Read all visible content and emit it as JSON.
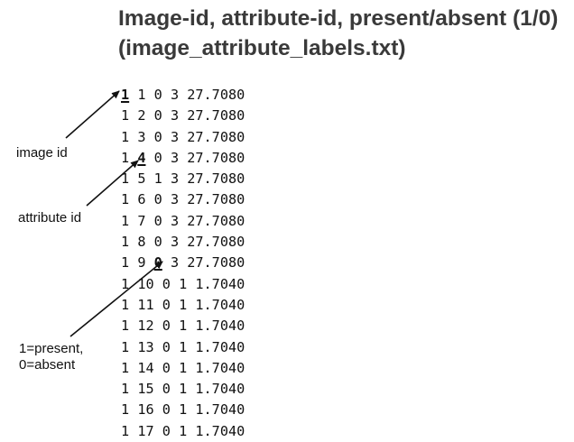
{
  "title": {
    "line1": "Image-id, attribute-id, present/absent (1/0)",
    "line2": "(image_attribute_labels.txt)"
  },
  "rows": [
    {
      "image_id": "1",
      "attribute_id": "1",
      "is_present": "0",
      "certainty": "3",
      "time": "27.7080",
      "highlight": "image_id"
    },
    {
      "image_id": "1",
      "attribute_id": "2",
      "is_present": "0",
      "certainty": "3",
      "time": "27.7080"
    },
    {
      "image_id": "1",
      "attribute_id": "3",
      "is_present": "0",
      "certainty": "3",
      "time": "27.7080"
    },
    {
      "image_id": "1",
      "attribute_id": "4",
      "is_present": "0",
      "certainty": "3",
      "time": "27.7080",
      "highlight": "attribute_id"
    },
    {
      "image_id": "1",
      "attribute_id": "5",
      "is_present": "1",
      "certainty": "3",
      "time": "27.7080"
    },
    {
      "image_id": "1",
      "attribute_id": "6",
      "is_present": "0",
      "certainty": "3",
      "time": "27.7080"
    },
    {
      "image_id": "1",
      "attribute_id": "7",
      "is_present": "0",
      "certainty": "3",
      "time": "27.7080"
    },
    {
      "image_id": "1",
      "attribute_id": "8",
      "is_present": "0",
      "certainty": "3",
      "time": "27.7080"
    },
    {
      "image_id": "1",
      "attribute_id": "9",
      "is_present": "0",
      "certainty": "3",
      "time": "27.7080",
      "highlight": "is_present"
    },
    {
      "image_id": "1",
      "attribute_id": "10",
      "is_present": "0",
      "certainty": "1",
      "time": "1.7040"
    },
    {
      "image_id": "1",
      "attribute_id": "11",
      "is_present": "0",
      "certainty": "1",
      "time": "1.7040"
    },
    {
      "image_id": "1",
      "attribute_id": "12",
      "is_present": "0",
      "certainty": "1",
      "time": "1.7040"
    },
    {
      "image_id": "1",
      "attribute_id": "13",
      "is_present": "0",
      "certainty": "1",
      "time": "1.7040"
    },
    {
      "image_id": "1",
      "attribute_id": "14",
      "is_present": "0",
      "certainty": "1",
      "time": "1.7040"
    },
    {
      "image_id": "1",
      "attribute_id": "15",
      "is_present": "0",
      "certainty": "1",
      "time": "1.7040"
    },
    {
      "image_id": "1",
      "attribute_id": "16",
      "is_present": "0",
      "certainty": "1",
      "time": "1.7040"
    },
    {
      "image_id": "1",
      "attribute_id": "17",
      "is_present": "0",
      "certainty": "1",
      "time": "1.7040"
    }
  ],
  "annotations": {
    "image_id": "image id",
    "attribute_id": "attribute id",
    "present_line1": "1=present,",
    "present_line2": "0=absent"
  }
}
